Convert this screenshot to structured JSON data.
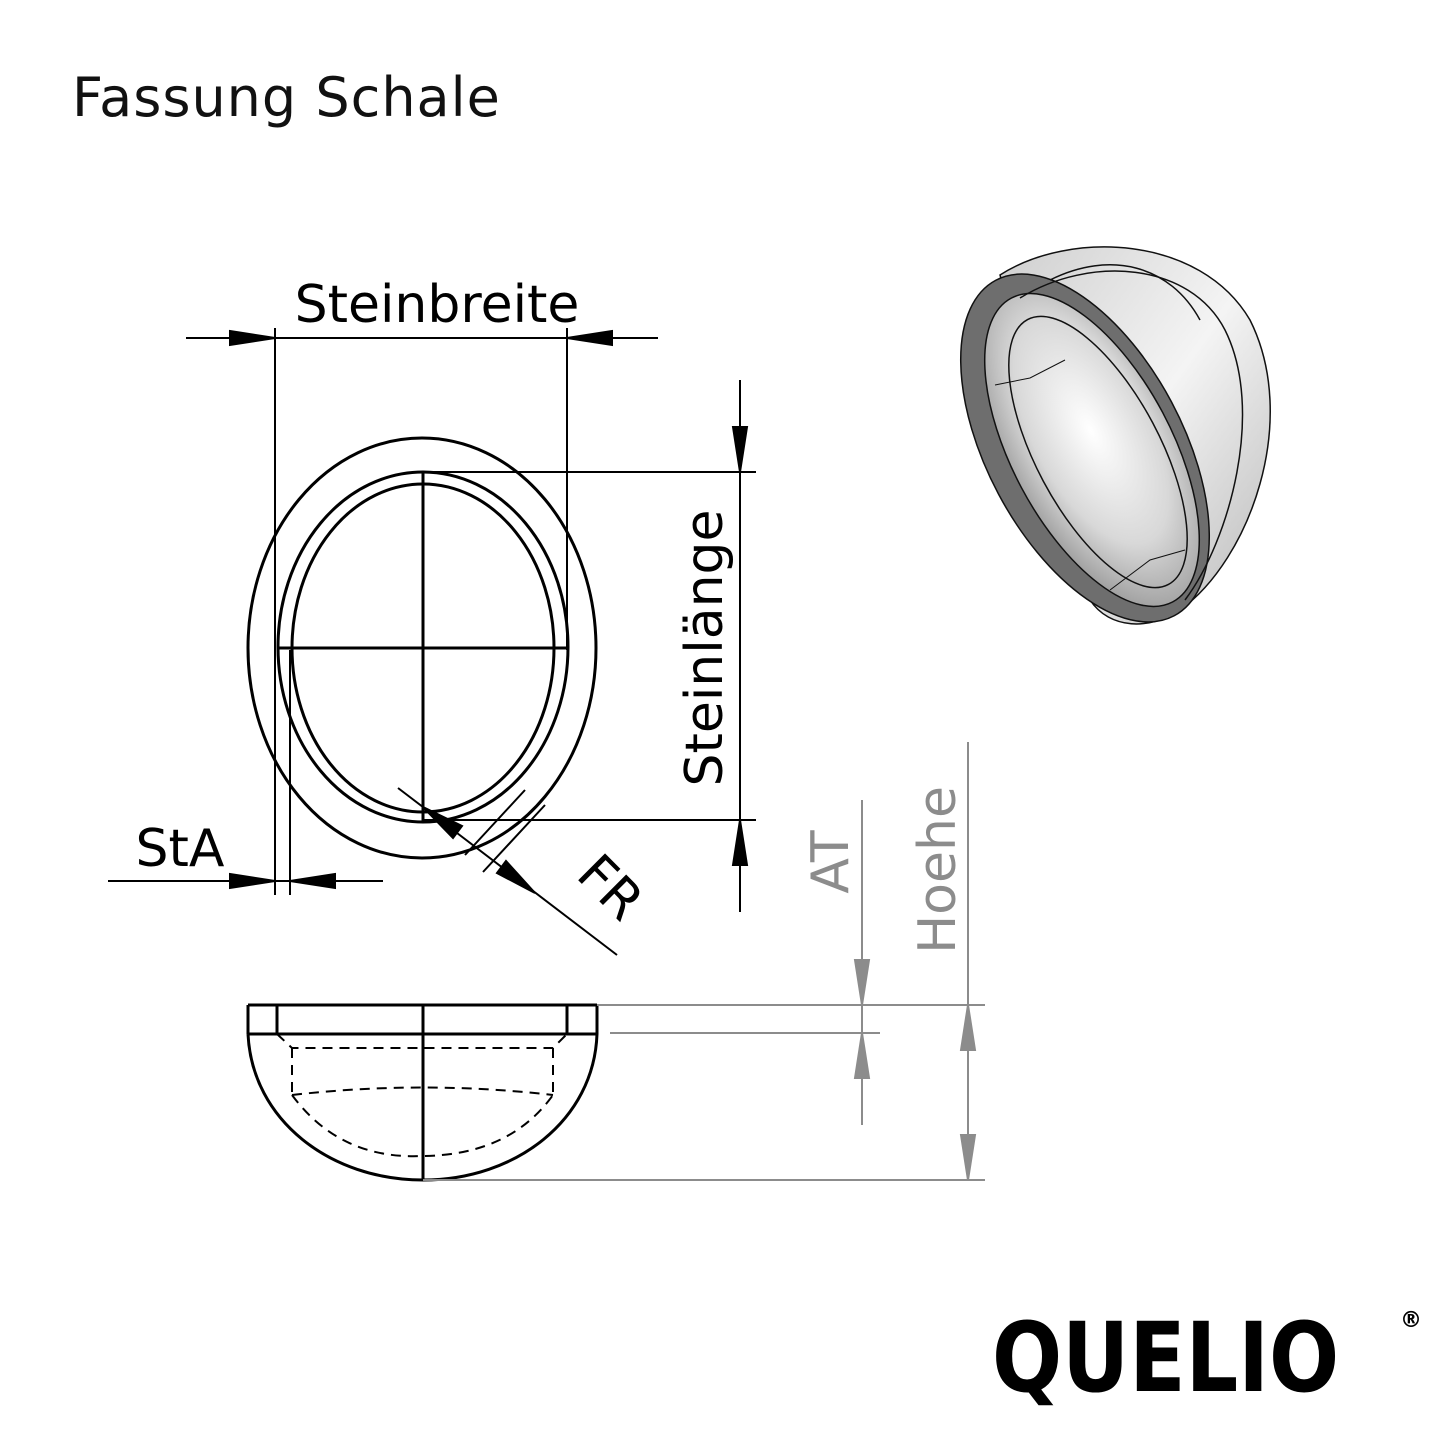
{
  "title": "Fassung Schale",
  "labels": {
    "stone_width": "Steinbreite",
    "stone_length": "Steinlänge",
    "setting_wall": "StA",
    "frame_radius": "FR",
    "inner_depth": "AT",
    "height": "Hoehe"
  },
  "logo": {
    "text": "QUELIO",
    "registered": "®"
  },
  "colors": {
    "line": "#000000",
    "dimension_gray": "#8c8c8c",
    "render_rim": "#6e6e6e"
  }
}
